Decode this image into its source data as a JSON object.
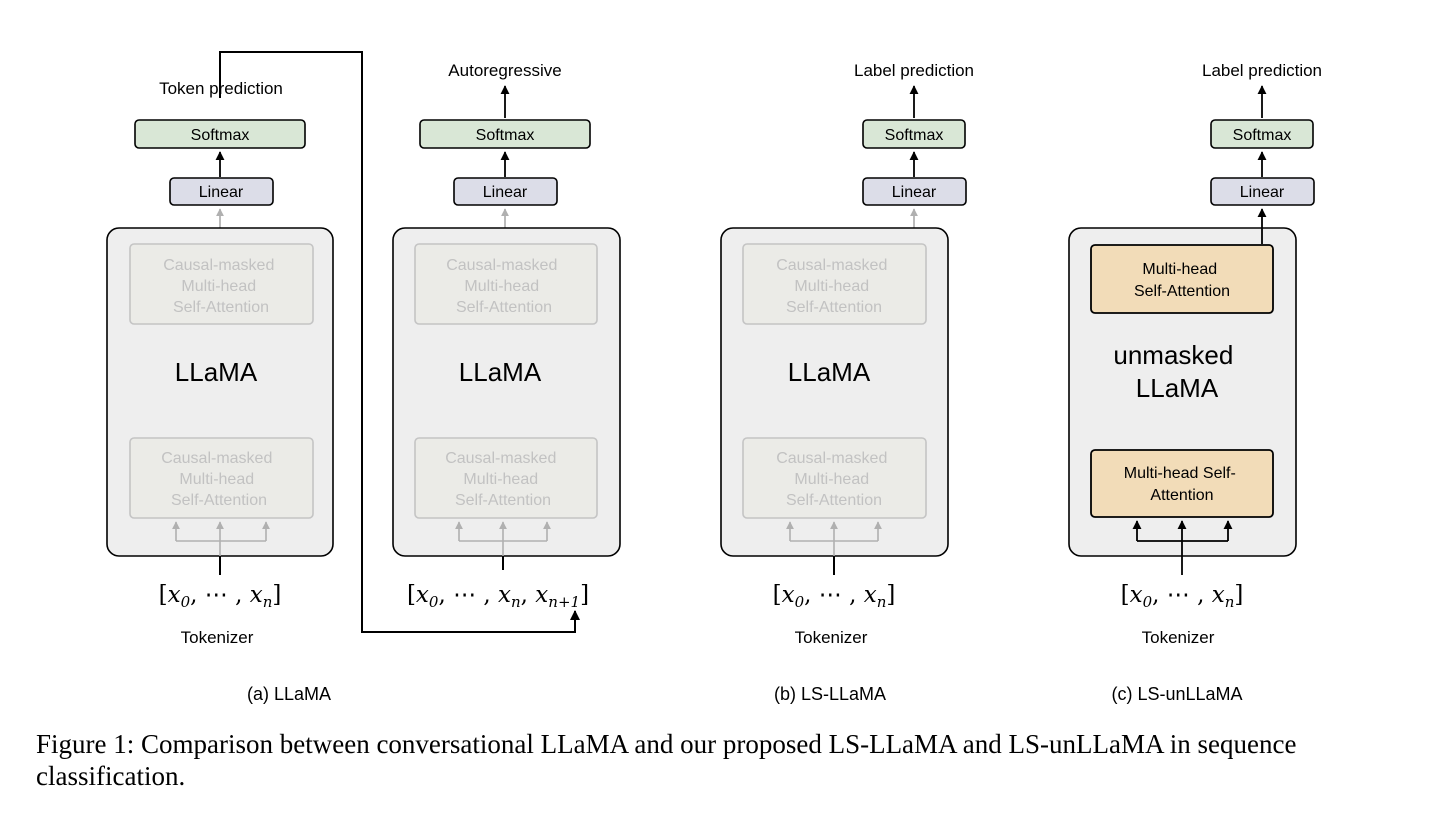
{
  "panels": [
    {
      "top_label": "Token prediction",
      "softmax": "Softmax",
      "linear": "Linear",
      "model": [
        "LLaMA"
      ],
      "attn_top": [
        "Causal-masked",
        "Multi-head",
        "Self-Attention"
      ],
      "attn_bottom": [
        "Causal-masked",
        "Multi-head",
        "Self-Attention"
      ],
      "input": "x0..xn",
      "tokenizer": "Tokenizer"
    },
    {
      "top_label": "Autoregressive",
      "softmax": "Softmax",
      "linear": "Linear",
      "model": [
        "LLaMA"
      ],
      "attn_top": [
        "Causal-masked",
        "Multi-head",
        "Self-Attention"
      ],
      "attn_bottom": [
        "Causal-masked",
        "Multi-head",
        "Self-Attention"
      ],
      "input": "x0..xn, xn+1"
    },
    {
      "top_label": "Label prediction",
      "softmax": "Softmax",
      "linear": "Linear",
      "model": [
        "LLaMA"
      ],
      "attn_top": [
        "Causal-masked",
        "Multi-head",
        "Self-Attention"
      ],
      "attn_bottom": [
        "Causal-masked",
        "Multi-head",
        "Self-Attention"
      ],
      "input": "x0..xn",
      "tokenizer": "Tokenizer"
    },
    {
      "top_label": "Label prediction",
      "softmax": "Softmax",
      "linear": "Linear",
      "model": [
        "unmasked",
        "LLaMA"
      ],
      "attn_top": [
        "Multi-head",
        "Self-Attention"
      ],
      "attn_bottom": [
        "Multi-head Self-",
        "Attention"
      ],
      "input": "x0..xn",
      "tokenizer": "Tokenizer"
    }
  ],
  "subcaptions": [
    "(a) LLaMA",
    "(b) LS-LLaMA",
    "(c) LS-unLLaMA"
  ],
  "caption": "Figure 1: Comparison between conversational LLaMA and our proposed LS-LLaMA and LS-unLLaMA in sequence classification.",
  "colors": {
    "softmax_fill": "#d9e7d6",
    "linear_fill": "#dcdde8",
    "model_fill": "#eeeeee",
    "attn_faded_fill": "#ebebe7",
    "attn_active_fill": "#f2dcb8",
    "faded_stroke": "#bdbdbd",
    "faded_text": "#c2c2c2"
  }
}
